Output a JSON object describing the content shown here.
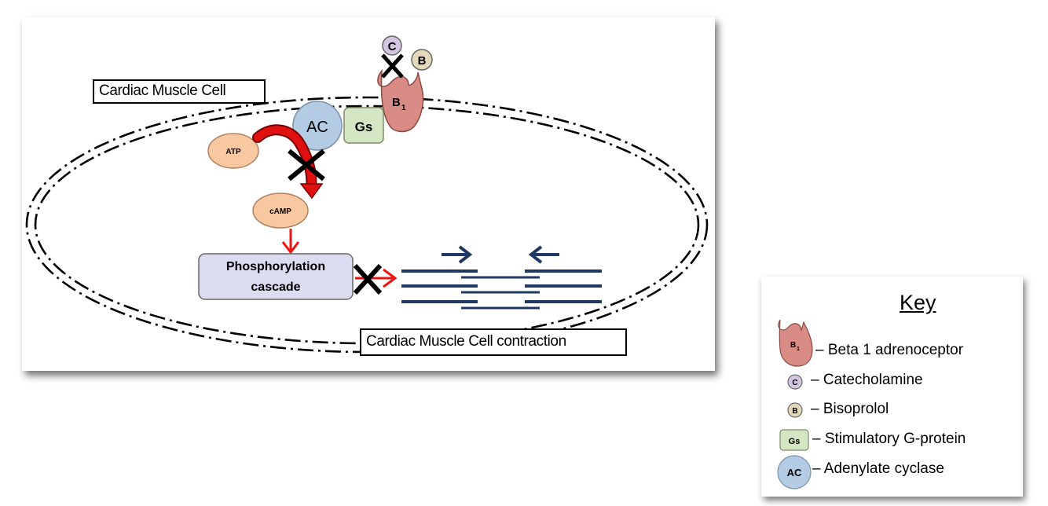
{
  "diagram": {
    "cell_label": "Cardiac Muscle Cell",
    "contraction_label": "Cardiac Muscle Cell contraction",
    "receptor_label": "B",
    "receptor_subscript": "1",
    "catecholamine_letter": "C",
    "bisoprolol_letter": "B",
    "ac_label": "AC",
    "gs_label": "Gs",
    "atp_label": "ATP",
    "camp_label": "cAMP",
    "phospho_line1": "Phosphorylation",
    "phospho_line2": "cascade"
  },
  "key": {
    "title": "Key",
    "items": [
      {
        "symbol": "B",
        "symbol_sub": "1",
        "label": "– Beta 1 adrenoceptor"
      },
      {
        "symbol": "C",
        "label": "– Catecholamine"
      },
      {
        "symbol": "B",
        "label": "– Bisoprolol"
      },
      {
        "symbol": "Gs",
        "label": "– Stimulatory G-protein"
      },
      {
        "symbol": "AC",
        "label": "– Adenylate cyclase"
      }
    ]
  },
  "colors": {
    "receptor": "#d98c86",
    "catecholamine": "#d2c6e0",
    "bisoprolol": "#e4dabb",
    "adenylate_cyclase": "#b4cbe4",
    "g_protein": "#d5e6c4",
    "atp_camp": "#f8c8a0",
    "phosphorylation_box": "#dcdcf0",
    "red_arrow": "#ee1111",
    "filament": "#1f3864"
  }
}
